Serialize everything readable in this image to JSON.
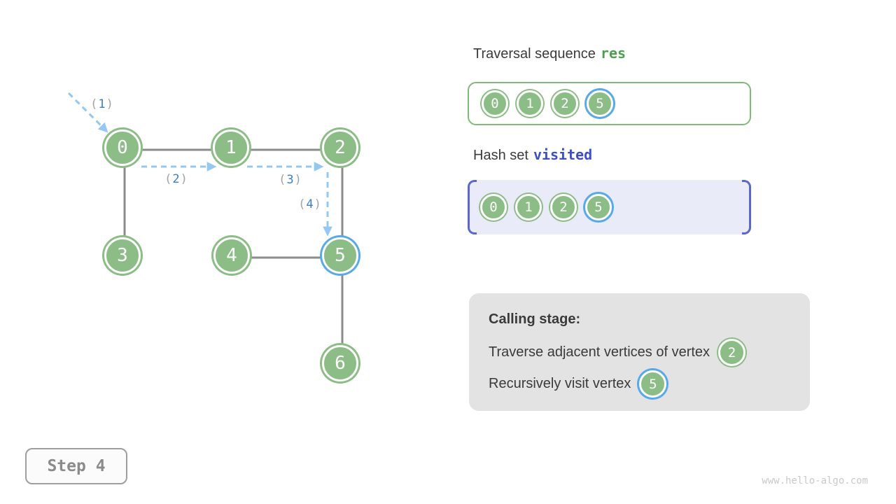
{
  "graph": {
    "paren_open": "(",
    "paren_close": ")",
    "nodes": [
      {
        "label": "0",
        "highlighted": false
      },
      {
        "label": "1",
        "highlighted": false
      },
      {
        "label": "2",
        "highlighted": false
      },
      {
        "label": "3",
        "highlighted": false
      },
      {
        "label": "4",
        "highlighted": false
      },
      {
        "label": "5",
        "highlighted": true
      },
      {
        "label": "6",
        "highlighted": false
      }
    ],
    "edges": [
      "0-1",
      "1-2",
      "0-3",
      "4-5",
      "2-5",
      "5-6"
    ],
    "order_labels": [
      {
        "value": "1"
      },
      {
        "value": "2"
      },
      {
        "value": "3"
      },
      {
        "value": "4"
      }
    ]
  },
  "panels": {
    "traversal": {
      "title": "Traversal sequence",
      "code": "res",
      "items": [
        {
          "label": "0",
          "highlighted": false
        },
        {
          "label": "1",
          "highlighted": false
        },
        {
          "label": "2",
          "highlighted": false
        },
        {
          "label": "5",
          "highlighted": true
        }
      ]
    },
    "visited": {
      "title": "Hash set",
      "code": "visited",
      "items": [
        {
          "label": "0",
          "highlighted": false
        },
        {
          "label": "1",
          "highlighted": false
        },
        {
          "label": "2",
          "highlighted": false
        },
        {
          "label": "5",
          "highlighted": true
        }
      ]
    },
    "calling": {
      "heading": "Calling stage:",
      "line1_text": "Traverse adjacent vertices of vertex",
      "line1_node": "2",
      "line2_text": "Recursively visit vertex",
      "line2_node": "5"
    }
  },
  "footer": {
    "step_label": "Step 4",
    "watermark": "www.hello-algo.com"
  },
  "colors": {
    "node_green": "#8cbd86",
    "highlight_blue": "#58a9e9",
    "edge_gray": "#8c8c8c",
    "arrow_blue": "#94c8f0",
    "order_digit_blue": "#3d7fc6",
    "res_green": "#4d9e51",
    "visited_indigo": "#3c4ec9",
    "hashset_bg": "#e9ecf8",
    "calling_bg": "#e3e3e3"
  }
}
